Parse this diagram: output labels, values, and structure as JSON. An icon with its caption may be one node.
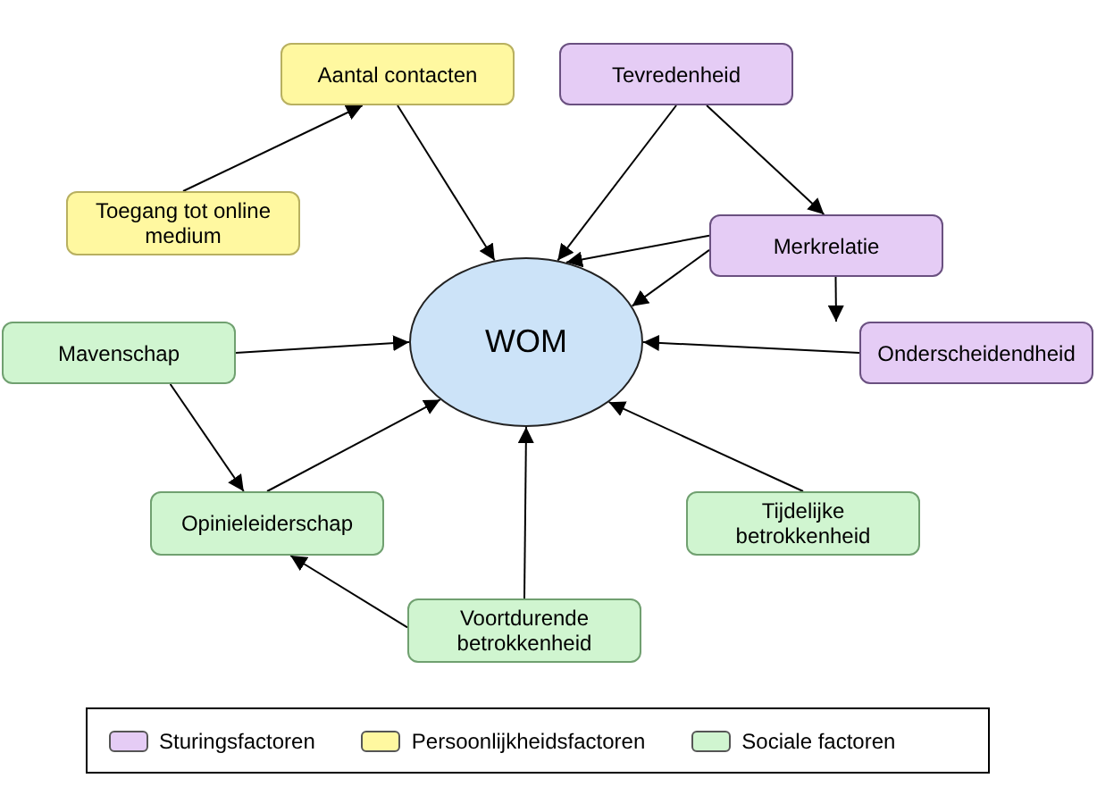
{
  "diagram": {
    "nodes": [
      {
        "text": [
          "Aantal contacten"
        ]
      },
      {
        "text": [
          "Tevredenheid"
        ]
      },
      {
        "text": [
          "Toegang tot online medium"
        ]
      },
      {
        "text": [
          "Merkrelatie"
        ]
      },
      {
        "text": [
          "WOM"
        ]
      },
      {
        "text": [
          "Onderscheidendheid"
        ]
      },
      {
        "text": [
          "Mavenschap"
        ]
      },
      {
        "text": [
          "Opinieleiderschap"
        ]
      },
      {
        "text": [
          "Tijdelijke betrokkenheid"
        ]
      },
      {
        "text": [
          "Voortdurende betrokkenheid"
        ]
      }
    ],
    "edges": [
      {
        "from": 2,
        "to": 0,
        "arrow": "to"
      },
      {
        "from": 0,
        "to": 4,
        "arrow": "to"
      },
      {
        "from": 1,
        "to": 4,
        "arrow": "to"
      },
      {
        "from": 1,
        "to": 3,
        "arrow": "to"
      },
      {
        "from": 3,
        "to": 4,
        "arrow": "to"
      },
      {
        "from": 3,
        "to": 4,
        "arrow": "to"
      },
      {
        "from": 3,
        "to": 5,
        "arrow": "to"
      },
      {
        "from": 5,
        "to": 4,
        "arrow": "to"
      },
      {
        "from": 6,
        "to": 4,
        "arrow": "to"
      },
      {
        "from": 6,
        "to": 7,
        "arrow": "to"
      },
      {
        "from": 7,
        "to": 4,
        "arrow": "to"
      },
      {
        "from": 9,
        "to": 4,
        "arrow": "to"
      },
      {
        "from": 9,
        "to": 7,
        "arrow": "to"
      },
      {
        "from": 8,
        "to": 4,
        "arrow": "to"
      }
    ],
    "legend": [
      {
        "text": "Sturingsfactoren",
        "color": "#e5ccf5"
      },
      {
        "text": "Persoonlijkheidsfactoren",
        "color": "#fff8a0"
      },
      {
        "text": "Sociale factoren",
        "color": "#d0f5d0"
      }
    ]
  }
}
